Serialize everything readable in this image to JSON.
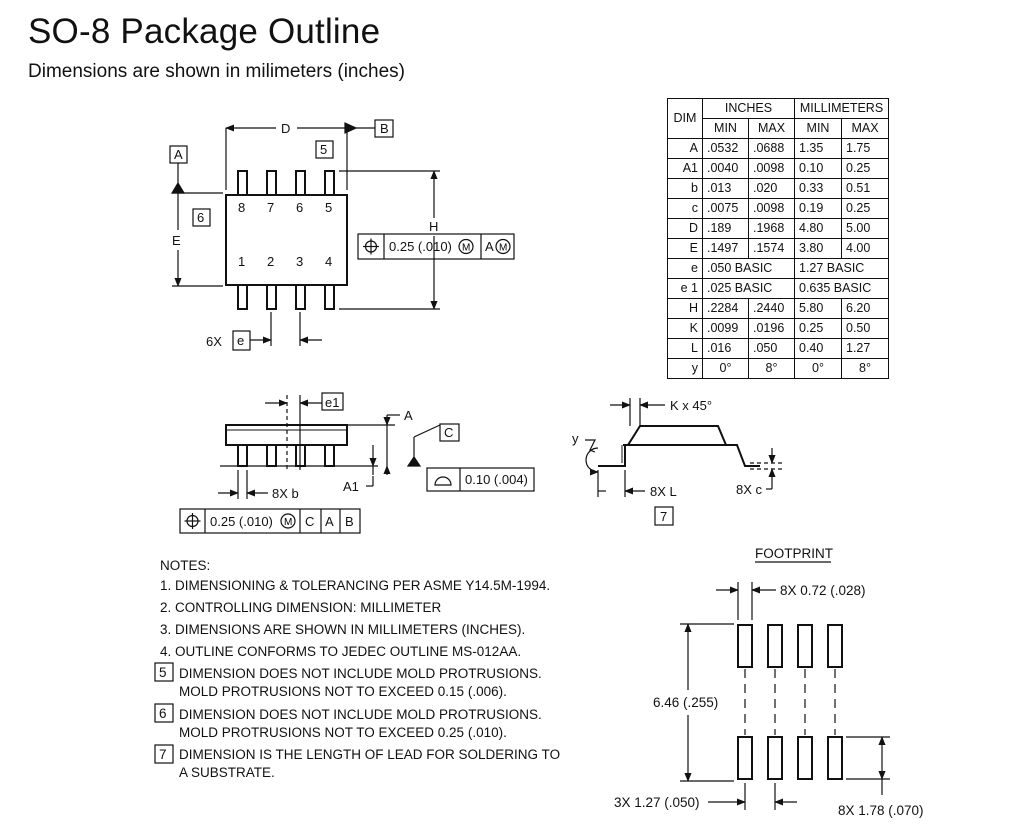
{
  "header": {
    "title": "SO-8  Package Outline",
    "subtitle": "Dimensions are shown in milimeters (inches)"
  },
  "table": {
    "dim_label": "DIM",
    "inches_label": "INCHES",
    "mm_label": "MILLIMETERS",
    "sub": [
      "MIN",
      "MAX",
      "MIN",
      "MAX"
    ],
    "rows": [
      {
        "dim": "A",
        "v": [
          ".0532",
          ".0688",
          "1.35",
          "1.75"
        ]
      },
      {
        "dim": "A1",
        "v": [
          ".0040",
          ".0098",
          "0.10",
          "0.25"
        ]
      },
      {
        "dim": "b",
        "v": [
          ".013",
          ".020",
          "0.33",
          "0.51"
        ]
      },
      {
        "dim": "c",
        "v": [
          ".0075",
          ".0098",
          "0.19",
          "0.25"
        ]
      },
      {
        "dim": "D",
        "v": [
          ".189",
          ".1968",
          "4.80",
          "5.00"
        ]
      },
      {
        "dim": "E",
        "v": [
          ".1497",
          ".1574",
          "3.80",
          "4.00"
        ]
      },
      {
        "dim": "e",
        "basic": [
          ".050  BASIC",
          "1.27  BASIC"
        ]
      },
      {
        "dim": "e 1",
        "basic": [
          ".025  BASIC",
          "0.635  BASIC"
        ]
      },
      {
        "dim": "H",
        "v": [
          ".2284",
          ".2440",
          "5.80",
          "6.20"
        ]
      },
      {
        "dim": "K",
        "v": [
          ".0099",
          ".0196",
          "0.25",
          "0.50"
        ]
      },
      {
        "dim": "L",
        "v": [
          ".016",
          ".050",
          "0.40",
          "1.27"
        ]
      },
      {
        "dim": "y",
        "v": [
          "0°",
          "8°",
          "0°",
          "8°"
        ]
      }
    ]
  },
  "top_view": {
    "D": "D",
    "B": "B",
    "A": "A",
    "E": "E",
    "H": "H",
    "e": "e",
    "sixX": "6X",
    "n5": "5",
    "n6": "6",
    "pins_top": [
      "8",
      "7",
      "6",
      "5"
    ],
    "pins_bottom": [
      "1",
      "2",
      "3",
      "4"
    ],
    "fcf": {
      "tol": "0.25 (.010)",
      "m": "M",
      "datum": "A",
      "m2": "M"
    }
  },
  "side_view": {
    "e1": "e1",
    "A": "A",
    "C": "C",
    "A1": "A1",
    "eightXb": "8X b",
    "flat": "0.10 (.004)",
    "fcf": {
      "tol": "0.25 (.010)",
      "m": "M",
      "c": "C",
      "a": "A",
      "b": "B"
    }
  },
  "end_view": {
    "K": "K x 45°",
    "y": "y",
    "L": "8X L",
    "c": "8X c",
    "n7": "7"
  },
  "notes": {
    "title": "NOTES:",
    "n1": "1.  DIMENSIONING & TOLERANCING PER ASME Y14.5M-1994.",
    "n2": "2.  CONTROLLING DIMENSION: MILLIMETER",
    "n3": "3.  DIMENSIONS ARE SHOWN IN MILLIMETERS (INCHES).",
    "n4": "4.  OUTLINE CONFORMS TO JEDEC OUTLINE MS-012AA.",
    "n5num": "5",
    "n5a": "DIMENSION DOES NOT INCLUDE MOLD PROTRUSIONS.",
    "n5b": "MOLD PROTRUSIONS NOT TO EXCEED 0.15 (.006).",
    "n6num": "6",
    "n6a": "DIMENSION DOES NOT INCLUDE MOLD PROTRUSIONS.",
    "n6b": "MOLD PROTRUSIONS NOT TO EXCEED 0.25 (.010).",
    "n7num": "7",
    "n7a": "DIMENSION IS THE LENGTH OF LEAD FOR SOLDERING TO",
    "n7b": "A SUBSTRATE."
  },
  "footprint": {
    "title": "FOOTPRINT",
    "w": "8X 0.72 (.028)",
    "h": "6.46 (.255)",
    "pitch": "3X 1.27 (.050)",
    "len": "8X 1.78 (.070)"
  }
}
